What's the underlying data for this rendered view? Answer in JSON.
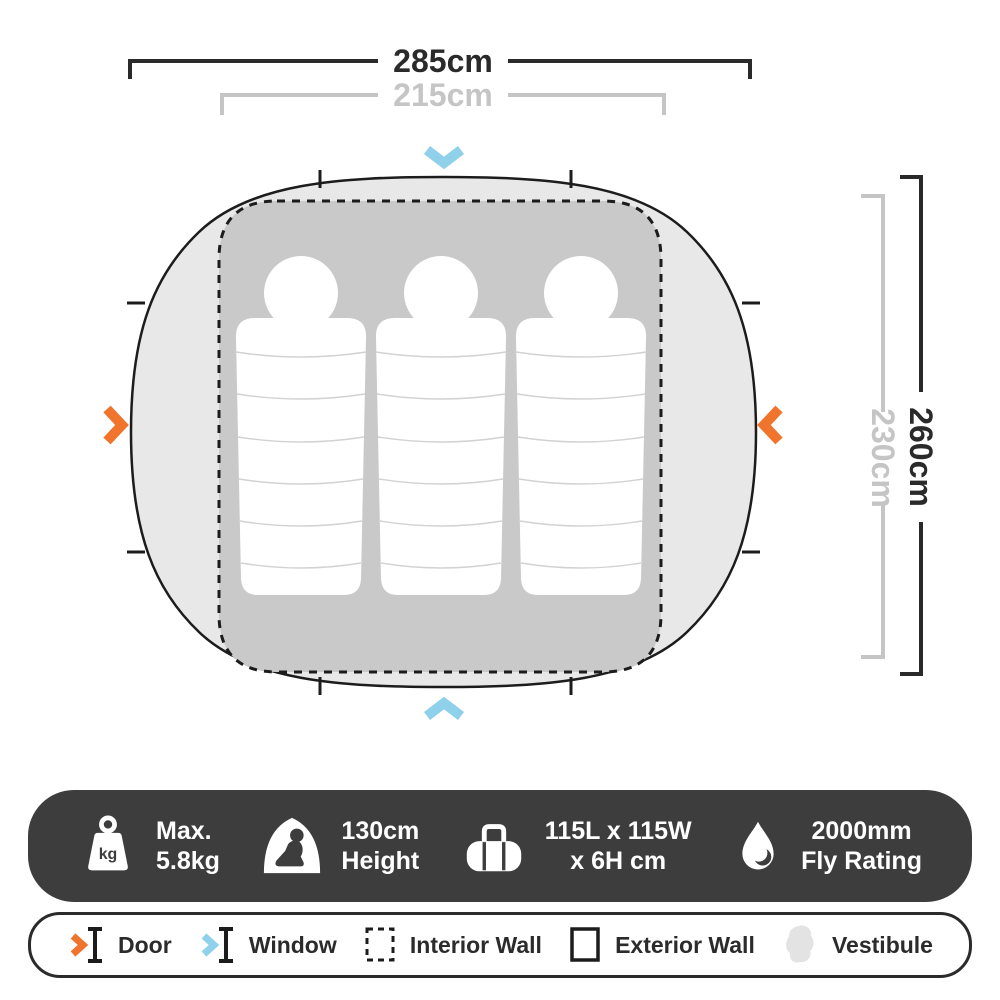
{
  "diagram": {
    "outer_width_label": "285cm",
    "inner_width_label": "215cm",
    "outer_depth_label": "260cm",
    "inner_depth_label": "230cm",
    "sleeping_bag_count": 3,
    "colors": {
      "door_accent": "#F0742C",
      "window_accent": "#8FD0EA",
      "tent_outer_fill": "#E8E8E8",
      "tent_inner_fill": "#C9C9C9",
      "dimension_gray": "#C5C5C5",
      "outline_black": "#1C1C1C",
      "bar_charcoal": "#3D3D3D"
    }
  },
  "specs": {
    "weight": {
      "icon": "weight-kg-icon",
      "badge": "kg",
      "line1": "Max.",
      "line2": "5.8kg"
    },
    "height": {
      "icon": "sitting-height-icon",
      "line1": "130cm",
      "line2": "Height"
    },
    "packed": {
      "icon": "duffel-bag-icon",
      "line1": "115L x 115W",
      "line2": "x 6H cm"
    },
    "fly": {
      "icon": "water-drop-icon",
      "line1": "2000mm",
      "line2": "Fly Rating"
    }
  },
  "legend": {
    "door": "Door",
    "window": "Window",
    "interior_wall": "Interior Wall",
    "exterior_wall": "Exterior Wall",
    "vestibule": "Vestibule"
  }
}
